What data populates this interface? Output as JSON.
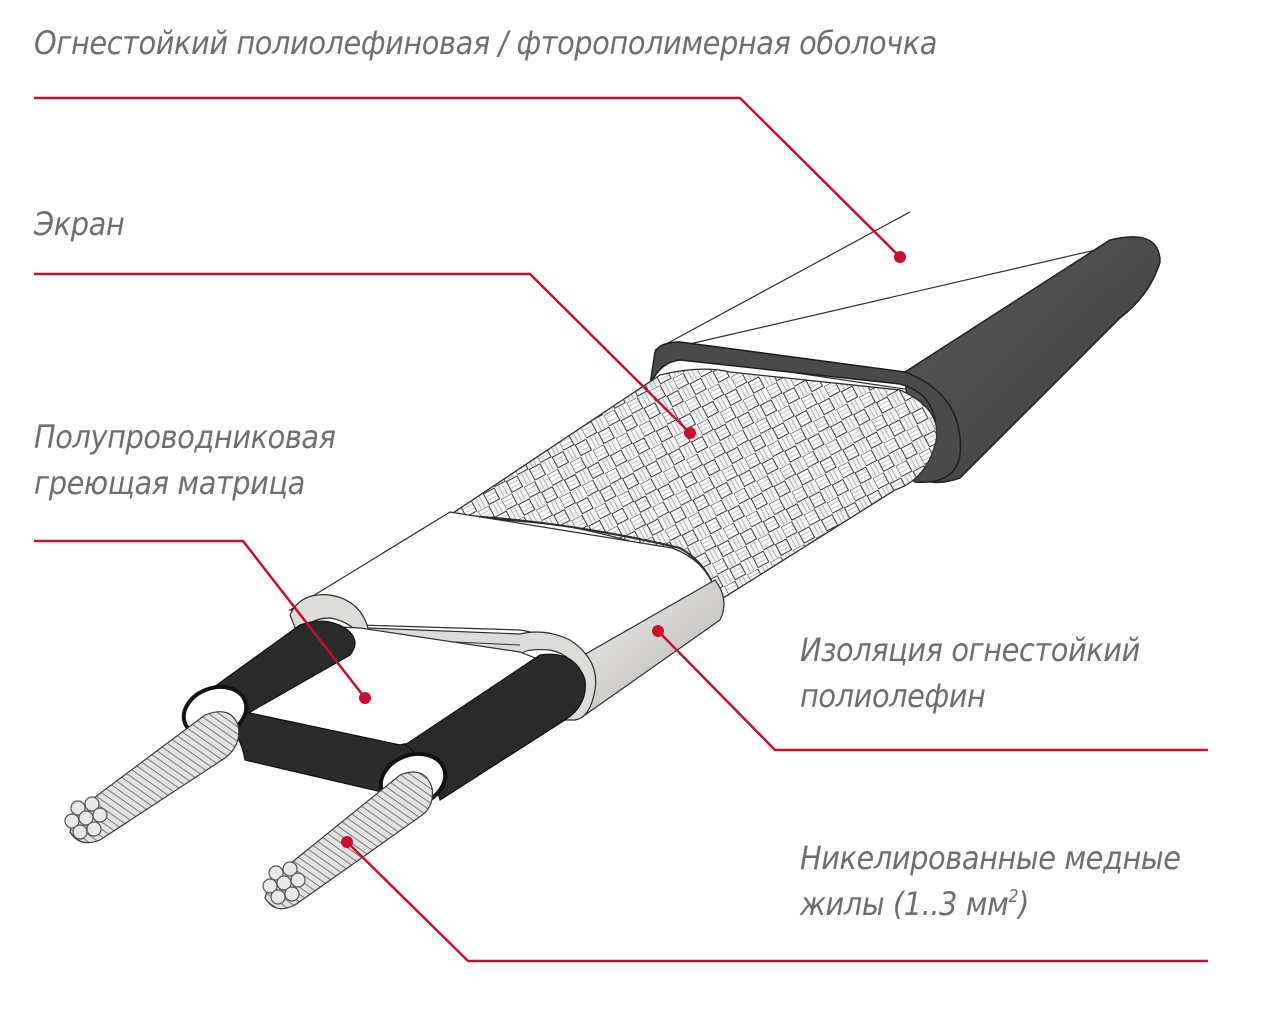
{
  "labels": {
    "sheath": "Огнестойкий полиолефиновая / фторополимерная оболочка",
    "screen": "Экран",
    "matrix_line1": "Полупроводниковая",
    "matrix_line2": "греющая матрица",
    "insulation_line1": "Изоляция огнестойкий",
    "insulation_line2": "полиолефин",
    "wires_line1": "Никелированные медные",
    "wires_line2_prefix": "жилы (1..3 мм",
    "wires_line2_sup": "2",
    "wires_line2_suffix": ")"
  },
  "colors": {
    "leader": "#c8102e",
    "text": "#6e6e6e",
    "jacket": "#4a4a4a",
    "insulation": "#c9c7c4",
    "matrix": "#2b2b2b",
    "copper": "#d6d6d6"
  }
}
